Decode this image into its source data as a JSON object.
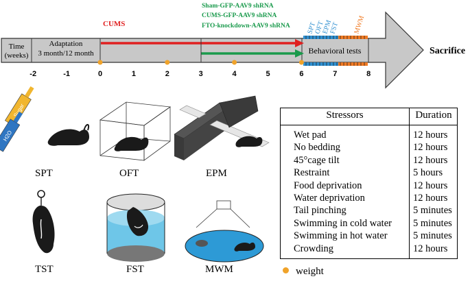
{
  "timeline": {
    "time_label_line1": "Time",
    "time_label_line2": "(weeks)",
    "adaptation_line1": "Adaptation",
    "adaptation_line2": "3 month/12 month",
    "cums_label": "CUMS",
    "virus_groups": [
      "Sham-GFP-AAV9 shRNA",
      "CUMS-GFP-AAV9 shRNA",
      "FTO-knockdown-AAV9 shRNA"
    ],
    "behavioral_label": "Behavioral tests",
    "sacrifice_label": "Sacrifice",
    "ticks": [
      "-2",
      "-1",
      "0",
      "1",
      "2",
      "3",
      "4",
      "5",
      "6",
      "7",
      "8"
    ],
    "weight_weeks": [
      0,
      2,
      4,
      6
    ],
    "tests": [
      "SPT",
      "OFT",
      "EPM",
      "FST",
      "MWM"
    ],
    "colors": {
      "red_arrow": "#e02020",
      "green_arrow": "#1a9a4c",
      "weight_dot": "#f0a32a",
      "blue_bar": "#2e8fd0",
      "orange_bar": "#f07a23",
      "arrow_fill": "#c8c8c8"
    }
  },
  "panels": {
    "spt": "SPT",
    "oft": "OFT",
    "epm": "EPM",
    "tst": "TST",
    "fst": "FST",
    "mwm": "MWM",
    "bottle1": "Sugar",
    "bottle2": "H2O"
  },
  "table": {
    "header_stressors": "Stressors",
    "header_duration": "Duration",
    "rows": [
      {
        "stressor": "Wet pad",
        "duration": "12 hours"
      },
      {
        "stressor": "No bedding",
        "duration": "12 hours"
      },
      {
        "stressor": "45°cage tilt",
        "duration": "12 hours"
      },
      {
        "stressor": "Restraint",
        "duration": "5 hours"
      },
      {
        "stressor": "Food deprivation",
        "duration": "12 hours"
      },
      {
        "stressor": "Water deprivation",
        "duration": "12 hours"
      },
      {
        "stressor": "Tail pinching",
        "duration": "5 minutes"
      },
      {
        "stressor": "Swimming in cold water",
        "duration": "5 minutes"
      },
      {
        "stressor": "Swimming in hot water",
        "duration": "5 minutes"
      },
      {
        "stressor": "Crowding",
        "duration": "12 hours"
      }
    ]
  },
  "legend": {
    "weight": "weight"
  }
}
